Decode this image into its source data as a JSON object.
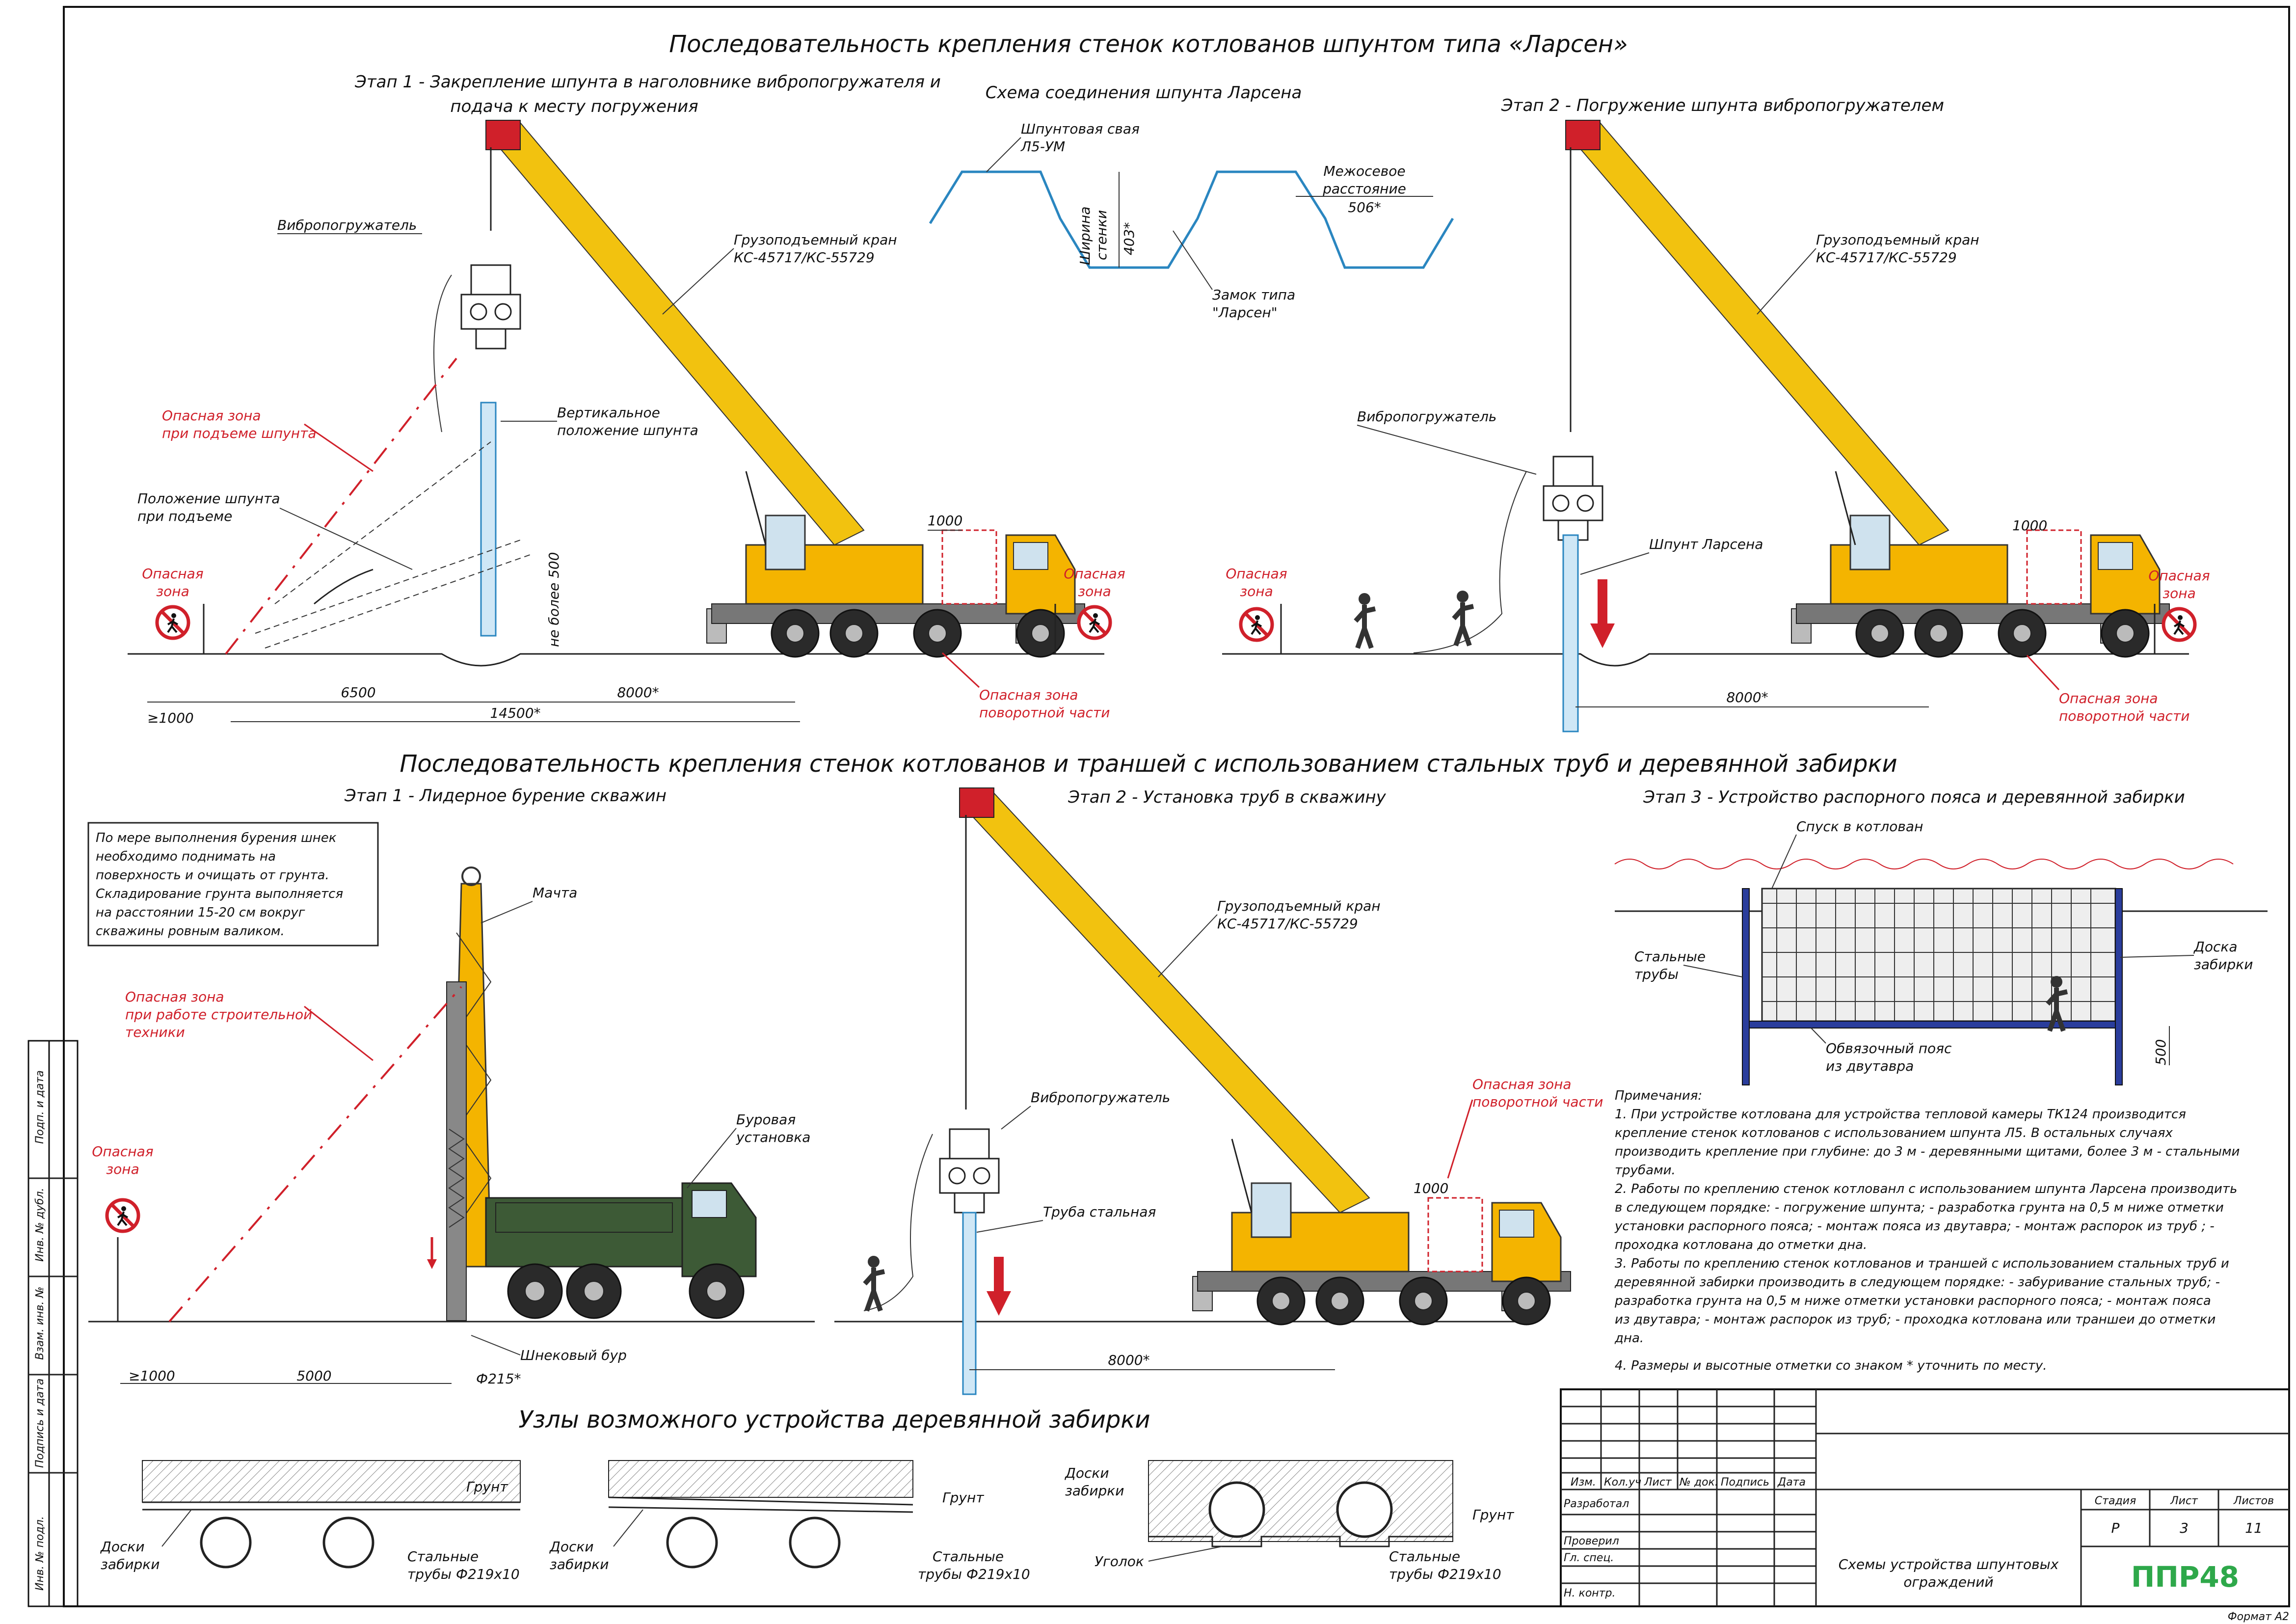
{
  "title_top": "Последовательность крепления стенок котлованов шпунтом типа «Ларсен»",
  "title_mid": "Последовательность крепления стенок котлованов и траншей с использованием стальных труб и деревянной забирки",
  "title_bottom": "Узлы возможного устройства деревянной забирки",
  "stage1_larsen": {
    "title_line1": "Этап 1 - Закрепление шпунта в наголовнике вибропогружателя и",
    "title_line2": "подача к месту погружения",
    "vibro": "Вибропогружатель",
    "crane_l1": "Грузоподъемный кран",
    "crane_l2": "КС-45717/КС-55729",
    "danger_lift_l1": "Опасная зона",
    "danger_lift_l2": "при подъеме шпунта",
    "vertical_l1": "Вертикальное",
    "vertical_l2": "положение шпунта",
    "position_l1": "Положение шпунта",
    "position_l2": "при подъеме",
    "danger_l1": "Опасная",
    "danger_l2": "зона",
    "danger_r1": "Опасная",
    "danger_r2": "зона",
    "not_more": "не более 500",
    "dim_1000": "1000",
    "dim_6500": "6500",
    "dim_8000": "8000*",
    "dim_14500": "14500*",
    "dim_ge1000": "≥1000",
    "turn_l1": "Опасная зона",
    "turn_l2": "поворотной части"
  },
  "scheme": {
    "title": "Схема соединения шпунта Ларсена",
    "pile_l1": "Шпунтовая свая",
    "pile_l2": "Л5-УМ",
    "width_l1": "Ширина",
    "width_l2": "стенки",
    "width_val": "403*",
    "axis_l1": "Межосевое",
    "axis_l2": "расстояние",
    "axis_val": "506*",
    "lock_l1": "Замок типа",
    "lock_l2": "\"Ларсен\""
  },
  "stage2_larsen": {
    "title": "Этап 2 - Погружение шпунта вибропогружателем",
    "crane_l1": "Грузоподъемный кран",
    "crane_l2": "КС-45717/КС-55729",
    "vibro": "Вибропогружатель",
    "pile": "Шпунт Ларсена",
    "dim_1000": "1000",
    "dim_8000": "8000*",
    "danger_l1": "Опасная",
    "danger_l2": "зона",
    "danger_r1": "Опасная",
    "danger_r2": "зона",
    "turn_l1": "Опасная зона",
    "turn_l2": "поворотной части"
  },
  "stage1_pipes": {
    "title": "Этап 1 - Лидерное бурение скважин",
    "note_lines": [
      "По мере выполнения бурения шнек",
      "необходимо поднимать на",
      "поверхность и очищать от грунта.",
      "Складирование грунта выполняется",
      "на расстоянии 15-20 см вокруг",
      "скважины ровным валиком."
    ],
    "mast": "Мачта",
    "danger_l1": "Опасная зона",
    "danger_l2": "при работе строительной",
    "danger_l3": "техники",
    "danger_z1": "Опасная",
    "danger_z2": "зона",
    "rig_l1": "Буровая",
    "rig_l2": "установка",
    "auger": "Шнековый бур",
    "dim_ge1000": "≥1000",
    "dim_5000": "5000",
    "dim_d215": "Ф215*"
  },
  "stage2_pipes": {
    "title": "Этап 2 - Установка труб в скважину",
    "crane_l1": "Грузоподъемный кран",
    "crane_l2": "КС-45717/КС-55729",
    "vibro": "Вибропогружатель",
    "pipe": "Труба стальная",
    "turn_l1": "Опасная зона",
    "turn_l2": "поворотной части",
    "dim_1000": "1000",
    "dim_8000": "8000*"
  },
  "stage3_pipes": {
    "title": "Этап 3 - Устройство распорного пояса и деревянной забирки",
    "descent": "Спуск в котлован",
    "steel_l1": "Стальные",
    "steel_l2": "трубы",
    "board_l1": "Доска",
    "board_l2": "забирки",
    "belt_l1": "Обвязочный пояс",
    "belt_l2": "из двутавра",
    "dim_500": "500"
  },
  "notes": {
    "header": "Примечания:",
    "lines": [
      "1. При устройстве котлована для устройства тепловой камеры ТК124 производится",
      "крепление стенок котлованов с использованием шпунта Л5. В остальных случаях",
      "производить крепление при глубине: до 3 м - деревянными щитами, более 3 м - стальными",
      "трубами.",
      "2. Работы по креплению стенок котлованл с использованием шпунта Ларсена производить",
      "в следующем порядке: - погружение шпунта; - разработка грунта на 0,5 м ниже отметки",
      "установки распорного пояса; - монтаж пояса из двутавра; - монтаж распорок из труб ; -",
      "проходка котлована до отметки дна.",
      "3. Работы по креплению стенок котлованов и траншей с использованием стальных труб и",
      "деревянной забирки производить в следующем порядке: - забуривание стальных труб; -",
      "разработка грунта на 0,5 м ниже отметки установки распорного пояса; - монтаж пояса",
      "из двутавра; - монтаж распорок из труб; - проходка котлована или траншеи до отметки",
      "дна.",
      "4. Размеры и высотные отметки со знаком * уточнить по месту."
    ]
  },
  "nodes": {
    "ground": "Грунт",
    "boards_l1": "Доски",
    "boards_l2": "забирки",
    "steel_l1": "Стальные",
    "steel_l2": "трубы Ф219х10",
    "angle": "Уголок"
  },
  "stamp": {
    "side_labels": [
      "Подп. и дата",
      "Инв. № дубл.",
      "Взам. инв. №",
      "Подпись и дата",
      "Инв. № подл."
    ],
    "cols": [
      "Изм.",
      "Кол.уч",
      "Лист",
      "№ док.",
      "Подпись",
      "Дата"
    ],
    "rows": [
      "Разработал",
      "Проверил",
      "Гл. спец.",
      "Н. контр."
    ],
    "stage_h": "Стадия",
    "sheet_h": "Лист",
    "sheets_h": "Листов",
    "stage_v": "Р",
    "sheet_v": "3",
    "sheets_v": "11",
    "doc_title_l1": "Схемы устройства шпунтовых",
    "doc_title_l2": "ограждений",
    "logo": "ППР48",
    "format": "Формат А2"
  },
  "colors": {
    "danger": "#d0202a",
    "crane": "#f4b400",
    "pile": "#2a86c0",
    "logo": "#2ea84a",
    "rig": "#3d5a36"
  }
}
